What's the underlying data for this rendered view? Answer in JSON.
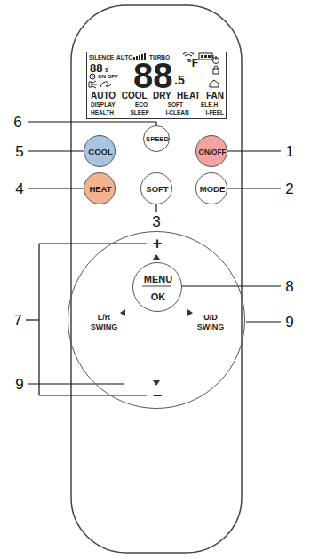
{
  "diagram": {
    "nodes": [
      {
        "text": [
          "SILENCE",
          "AUTO",
          "TURBO",
          "88",
          "s",
          "ON OFF",
          "88",
          ".5",
          "°F",
          "AUTO COOL DRY HEAT FAN",
          "DISPLAY ECO SOFT",
          "ELE.H",
          "HEALTH SLEEP I-CLEAN I-FEEL"
        ]
      },
      {
        "text": [
          "SPEED"
        ]
      },
      {
        "text": [
          "COOL"
        ]
      },
      {
        "text": [
          "ON/OFF"
        ]
      },
      {
        "text": [
          "HEAT"
        ]
      },
      {
        "text": [
          "SOFT"
        ]
      },
      {
        "text": [
          "MODE"
        ]
      },
      {
        "text": [
          "+",
          "−",
          "L/R SWING",
          "U/D SWING"
        ]
      },
      {
        "text": [
          "MENU",
          "OK"
        ],
        "in": 7
      }
    ],
    "labels": [
      "6",
      "5",
      "1",
      "4",
      "2",
      "3",
      "7",
      "8",
      "9",
      "9"
    ]
  }
}
